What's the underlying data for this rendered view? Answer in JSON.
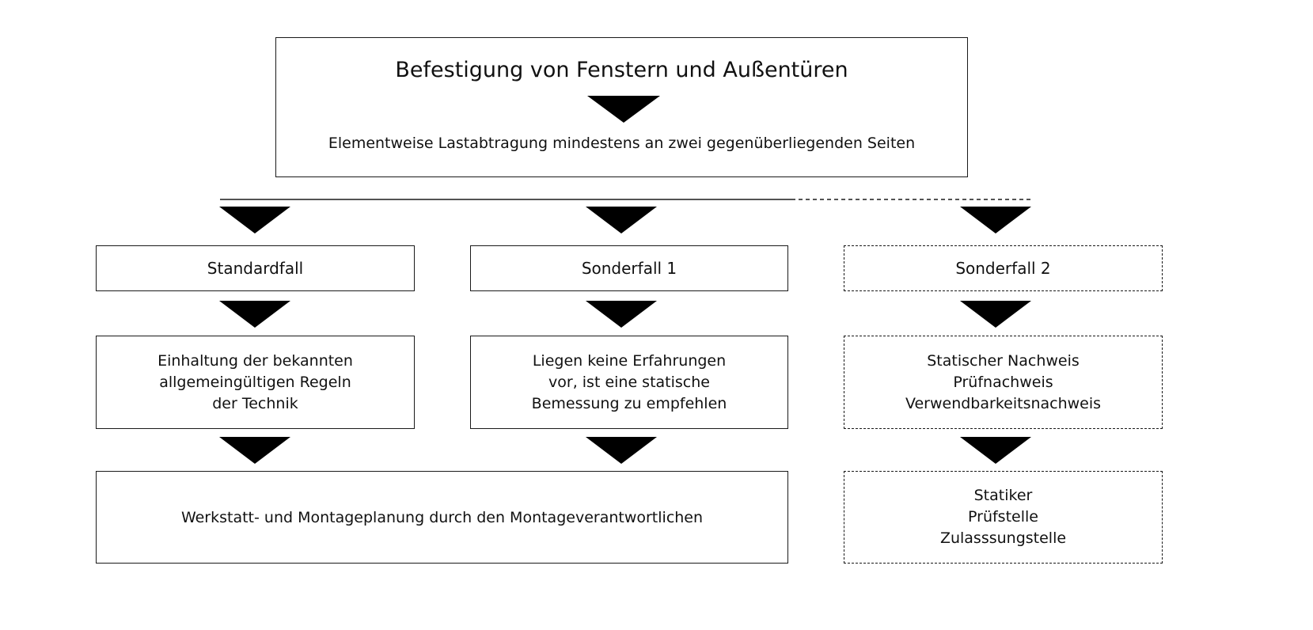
{
  "top": {
    "title": "Befestigung von Fenstern und Außentüren",
    "subtitle": "Elementweise Lastabtragung mindestens an zwei gegenüberliegenden Seiten"
  },
  "columns": {
    "standard": {
      "label": "Standardfall",
      "rule_lines": [
        "Einhaltung der bekannten",
        "allgemeingültigen Regeln",
        "der Technik"
      ]
    },
    "special1": {
      "label": "Sonderfall 1",
      "rule_lines": [
        "Liegen keine Erfahrungen",
        "vor, ist eine statische",
        "Bemessung zu empfehlen"
      ]
    },
    "special2": {
      "label": "Sonderfall 2",
      "proof_lines": [
        "Statischer Nachweis",
        "Prüfnachweis",
        "Verwendbarkeitsnachweis"
      ],
      "authority_lines": [
        "Statiker",
        "Prüfstelle",
        "Zulasssungstelle"
      ]
    }
  },
  "bottom": {
    "planning": "Werkstatt- und Montageplanung durch den Montageverantwortlichen"
  }
}
